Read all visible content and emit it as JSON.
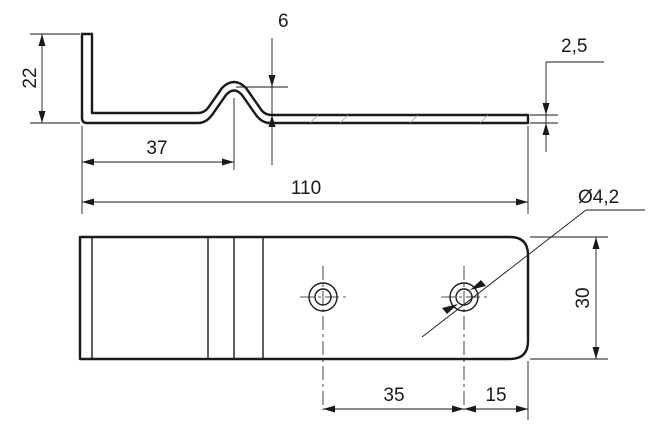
{
  "dimensions": {
    "height_22": "22",
    "depth_6": "6",
    "thickness_2_5": "2,5",
    "offset_37": "37",
    "length_110": "110",
    "hole_dia": "Ø4,2",
    "width_30": "30",
    "hole_spacing_35": "35",
    "hole_edge_15": "15"
  }
}
